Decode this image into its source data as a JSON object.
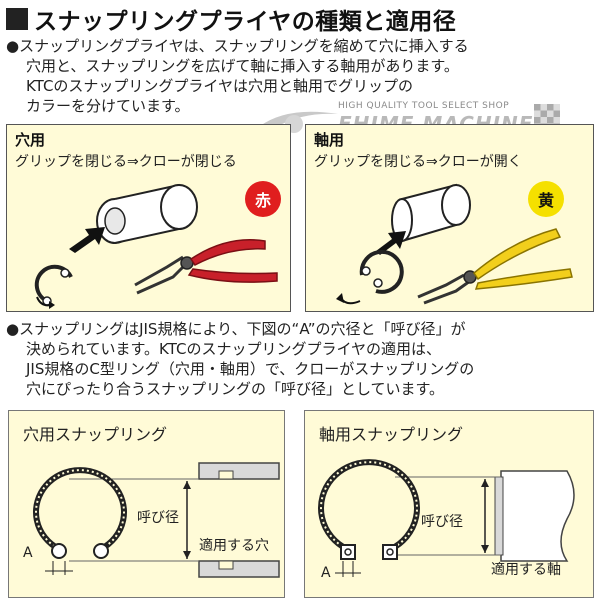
{
  "title": "スナップリングプライヤの種類と適用径",
  "intro": {
    "lines": [
      "●スナップリングプライヤは、スナップリングを縮めて穴に挿入する",
      "穴用と、スナップリングを広げて軸に挿入する軸用があります。",
      "KTCのスナップリングプライヤは穴用と軸用でグリップの",
      "カラーを分けています。"
    ]
  },
  "watermark": {
    "small": "HIGH QUALITY TOOL SELECT SHOP",
    "big": "EHIME MACHINE"
  },
  "hole_panel": {
    "title": "穴用",
    "subtitle": "グリップを閉じる⇒クローが閉じる",
    "badge": "赤",
    "grip_color": "#c8202a"
  },
  "shaft_panel": {
    "title": "軸用",
    "subtitle": "グリップを閉じる⇒クローが開く",
    "badge": "黄",
    "grip_color": "#f2cf1c"
  },
  "jis": {
    "lines": [
      "●スナップリングはJIS規格により、下図の“A”の穴径と「呼び径」が",
      "決められています。KTCのスナップリングプライヤの適用は、",
      "JIS規格のC型リング（穴用・軸用）で、クローがスナップリングの",
      "穴にぴったり合うスナップリングの「呼び径」としています。"
    ]
  },
  "hole_ring": {
    "title": "穴用スナップリング",
    "nominal_label": "呼び径",
    "applicable_label": "適用する穴",
    "a_label": "A"
  },
  "shaft_ring": {
    "title": "軸用スナップリング",
    "nominal_label": "呼び径",
    "applicable_label": "適用する軸",
    "a_label": "A"
  }
}
